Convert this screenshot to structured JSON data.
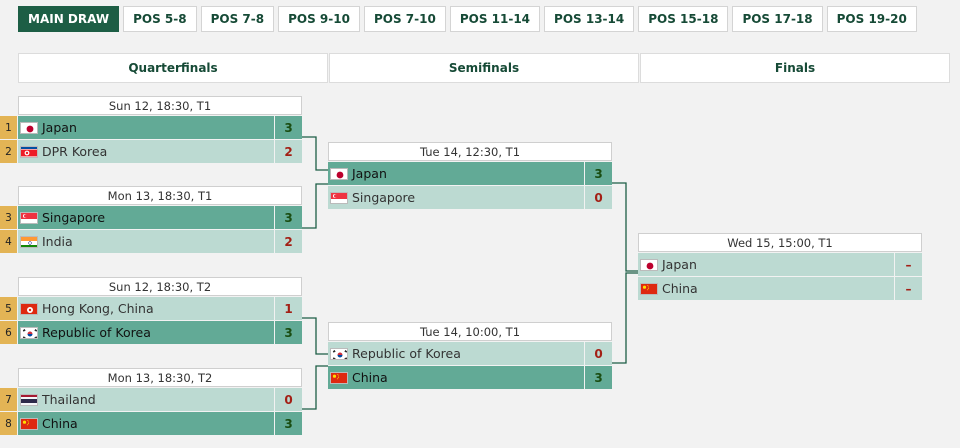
{
  "tabs": [
    "MAIN DRAW",
    "POS 5-8",
    "POS 7-8",
    "POS 9-10",
    "POS 7-10",
    "POS 11-14",
    "POS 13-14",
    "POS 15-18",
    "POS 17-18",
    "POS 19-20"
  ],
  "rounds": [
    "Quarterfinals",
    "Semifinals",
    "Finals"
  ],
  "matches": {
    "qf1": {
      "time": "Sun 12, 18:30, T1",
      "teams": [
        {
          "seed": "1",
          "name": "Japan",
          "flag": "jp",
          "score": "3",
          "win": true
        },
        {
          "seed": "2",
          "name": "DPR Korea",
          "flag": "kp",
          "score": "2",
          "win": false
        }
      ]
    },
    "qf2": {
      "time": "Mon 13, 18:30, T1",
      "teams": [
        {
          "seed": "3",
          "name": "Singapore",
          "flag": "sg",
          "score": "3",
          "win": true
        },
        {
          "seed": "4",
          "name": "India",
          "flag": "in",
          "score": "2",
          "win": false
        }
      ]
    },
    "qf3": {
      "time": "Sun 12, 18:30, T2",
      "teams": [
        {
          "seed": "5",
          "name": "Hong Kong, China",
          "flag": "hk",
          "score": "1",
          "win": false
        },
        {
          "seed": "6",
          "name": "Republic of Korea",
          "flag": "kr",
          "score": "3",
          "win": true
        }
      ]
    },
    "qf4": {
      "time": "Mon 13, 18:30, T2",
      "teams": [
        {
          "seed": "7",
          "name": "Thailand",
          "flag": "th",
          "score": "0",
          "win": false
        },
        {
          "seed": "8",
          "name": "China",
          "flag": "cn",
          "score": "3",
          "win": true
        }
      ]
    },
    "sf1": {
      "time": "Tue 14, 12:30, T1",
      "teams": [
        {
          "seed": "",
          "name": "Japan",
          "flag": "jp",
          "score": "3",
          "win": true
        },
        {
          "seed": "",
          "name": "Singapore",
          "flag": "sg",
          "score": "0",
          "win": false
        }
      ]
    },
    "sf2": {
      "time": "Tue 14, 10:00, T1",
      "teams": [
        {
          "seed": "",
          "name": "Republic of Korea",
          "flag": "kr",
          "score": "0",
          "win": false
        },
        {
          "seed": "",
          "name": "China",
          "flag": "cn",
          "score": "3",
          "win": true
        }
      ]
    },
    "final": {
      "time": "Wed 15, 15:00, T1",
      "teams": [
        {
          "seed": "",
          "name": "Japan",
          "flag": "jp",
          "score": "–",
          "win": false
        },
        {
          "seed": "",
          "name": "China",
          "flag": "cn",
          "score": "–",
          "win": false
        }
      ]
    }
  },
  "colors": {
    "accent": "#1d5e45",
    "winner_row": "#62aa96",
    "loser_row": "#bcdad2",
    "seed": "#e3b455",
    "connector": "#1d5e45"
  }
}
